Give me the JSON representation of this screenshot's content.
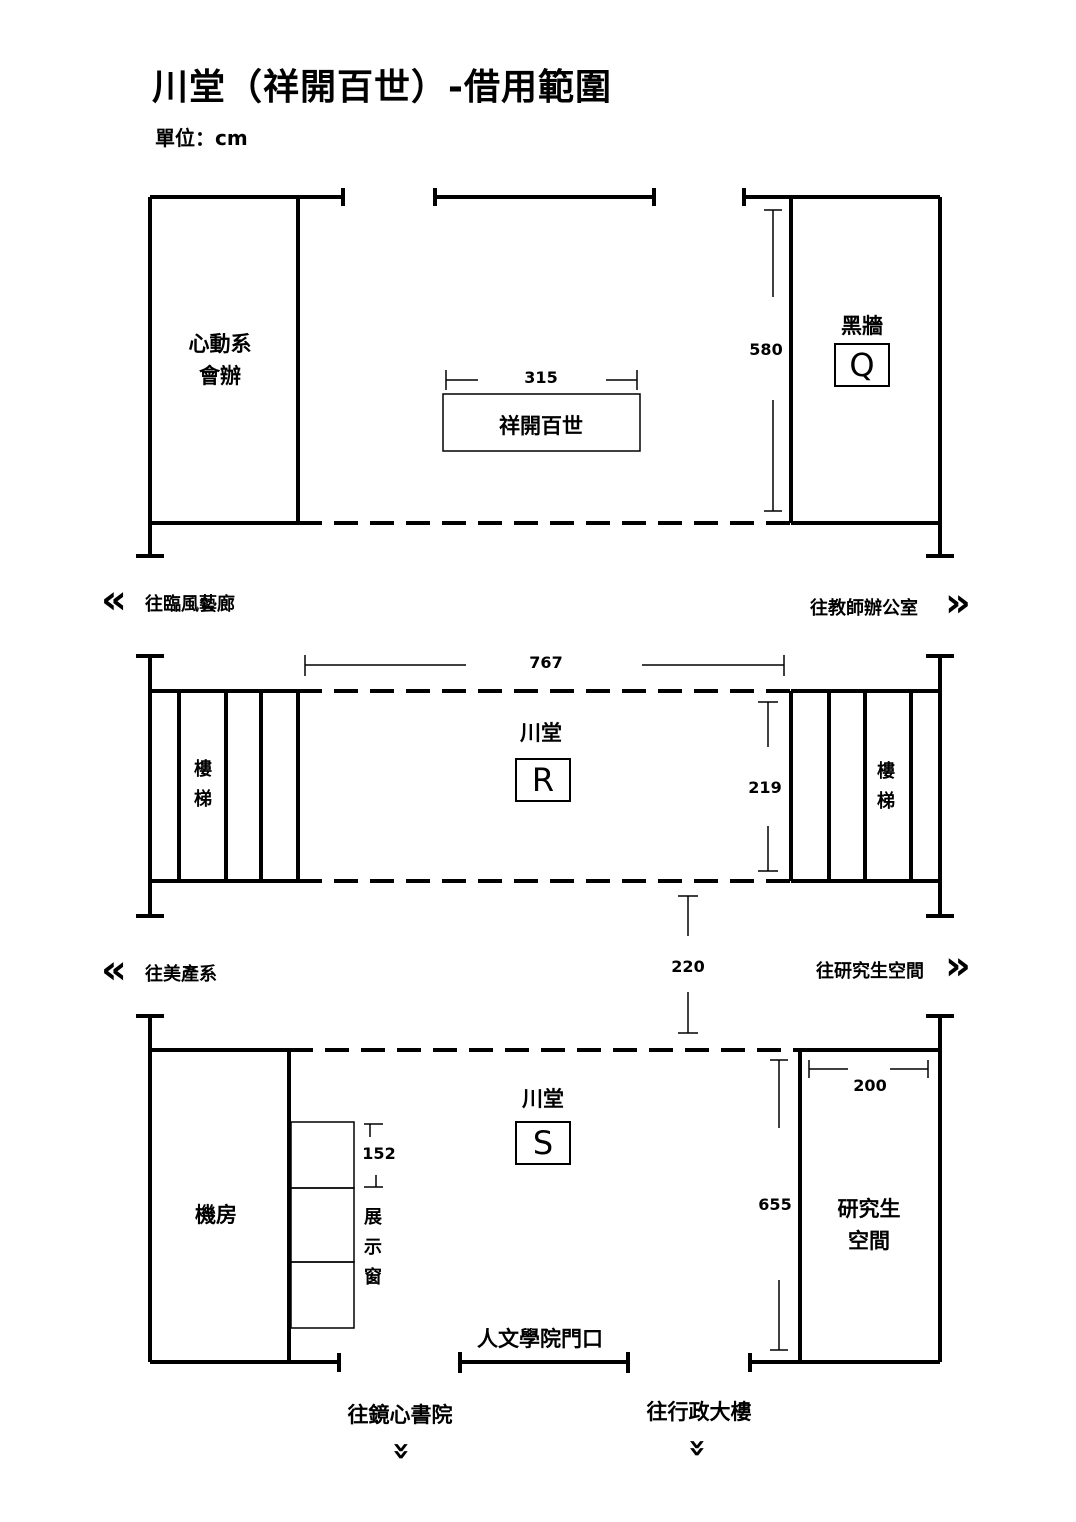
{
  "title": "川堂（祥開百世）-借用範圍",
  "unit": "單位：cm",
  "zones": {
    "q_room": "黑牆",
    "q_mark": "Q",
    "r_room": "川堂",
    "r_mark": "R",
    "s_room": "川堂",
    "s_mark": "S"
  },
  "rooms": {
    "left_top_line1": "心動系",
    "left_top_line2": "會辦",
    "display_desk": "祥開百世",
    "stairs_left": "樓梯",
    "stairs_right": "樓梯",
    "machine_room": "機房",
    "display_window": "展示窗",
    "grad_space_line1": "研究生",
    "grad_space_line2": "空間",
    "entrance": "人文學院門口"
  },
  "dimensions": {
    "d315": "315",
    "d580": "580",
    "d767": "767",
    "d219": "219",
    "d220": "220",
    "d200": "200",
    "d152": "152",
    "d655": "655"
  },
  "directions": {
    "left_upper": "往臨風藝廊",
    "right_upper": "往教師辦公室",
    "left_lower": "往美產系",
    "right_lower": "往研究生空間",
    "bottom_left": "往鏡心書院",
    "bottom_right": "往行政大樓"
  },
  "icons": {
    "left_arrow": "double-chevron-left-icon",
    "right_arrow": "double-chevron-right-icon",
    "down_arrow": "double-chevron-down-icon"
  }
}
